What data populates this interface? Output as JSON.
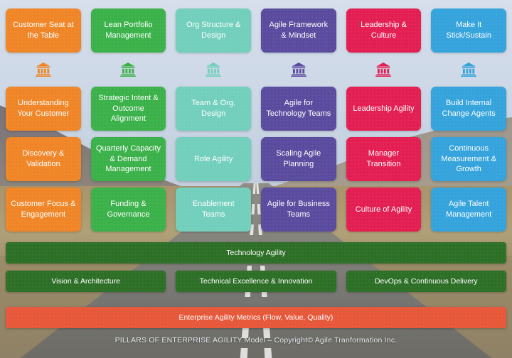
{
  "pillars": [
    {
      "header": "Customer Seat at the Table",
      "color": "#F08527",
      "icon": "bank-icon",
      "items": [
        "Understanding Your Customer",
        "Discovery & Validation",
        "Customer Focus & Engagement"
      ]
    },
    {
      "header": "Lean Portfolio Management",
      "color": "#3BB14A",
      "icon": "bank-icon",
      "items": [
        "Strategic Intent & Outcome Alignment",
        "Quarterly Capacity & Demand Management",
        "Funding & Governance"
      ]
    },
    {
      "header": "Org Structure & Design",
      "color": "#72CFBC",
      "icon": "bank-icon",
      "items": [
        "Team & Org. Design",
        "Role Agility",
        "Enablement Teams"
      ]
    },
    {
      "header": "Agile Framework & Mindset",
      "color": "#5A4B9E",
      "icon": "bank-icon",
      "items": [
        "Agile for Technology Teams",
        "Scaling Agile Planning",
        "Agile for Business Teams"
      ]
    },
    {
      "header": "Leadership & Culture",
      "color": "#E31E52",
      "icon": "bank-icon",
      "items": [
        "Leadership Agility",
        "Manager Transition",
        "Culture of Agility"
      ]
    },
    {
      "header": "Make It Stick/Sustain",
      "color": "#35A3DC",
      "icon": "bank-icon",
      "items": [
        "Build Internal Change Agents",
        "Continuous Measurement & Growth",
        "Agile Talent Management"
      ]
    }
  ],
  "bands": {
    "technology": "Technology Agility",
    "technology_color": "#2E6F27",
    "sub_bands": [
      "Vision & Architecture",
      "Technical Excellence & Innovation",
      "DevOps & Continuous Delivery"
    ],
    "metrics": "Enterprise Agility Metrics (Flow, Value, Quality)",
    "metrics_color": "#E7573A"
  },
  "caption": "PILLARS OF ENTERPRISE AGILITY Model – Copyright© Agile Tranformation Inc."
}
